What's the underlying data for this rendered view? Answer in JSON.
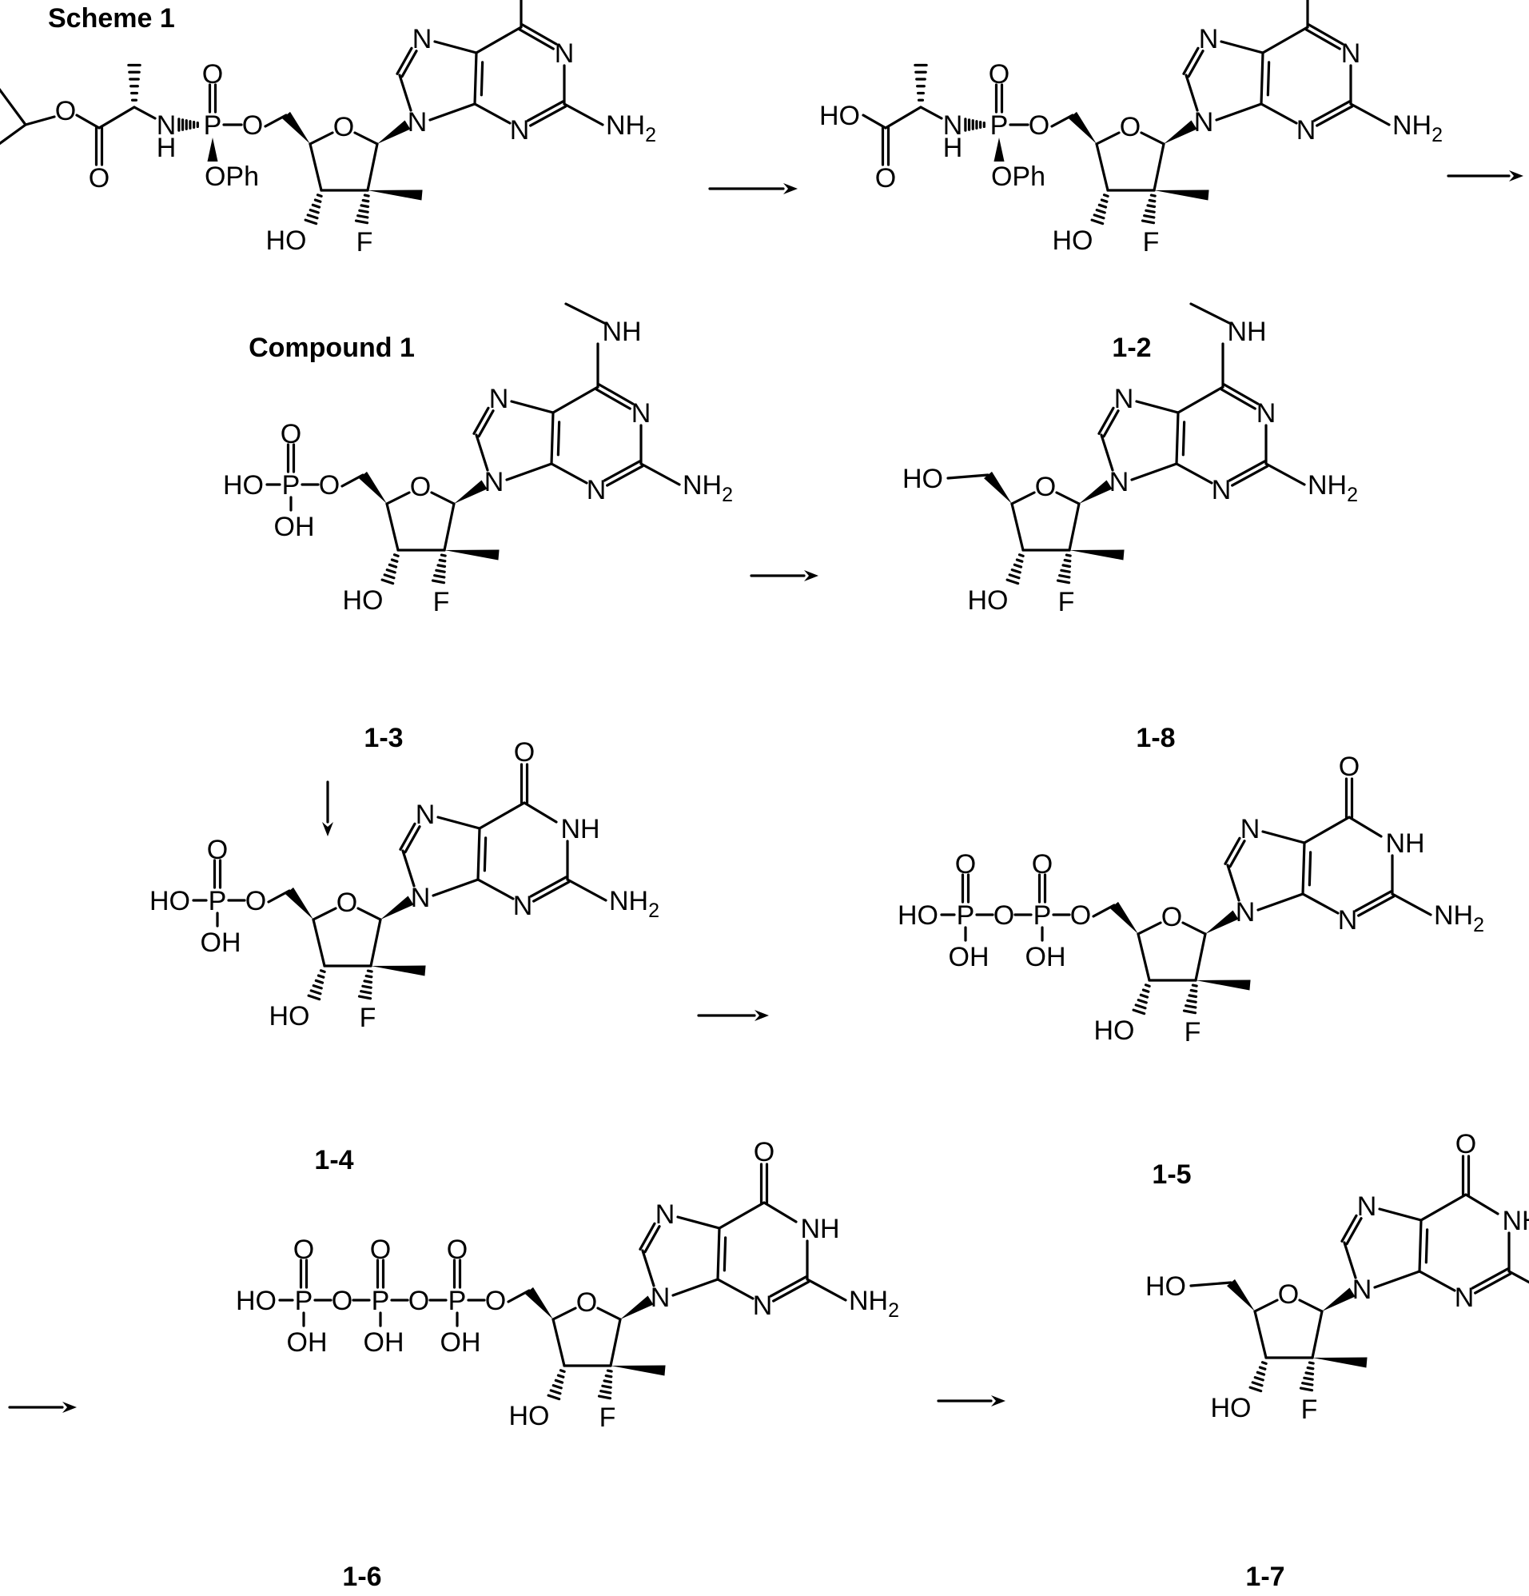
{
  "scheme_title": "Scheme 1",
  "compounds": [
    {
      "id": "c1",
      "label": "Compound 1",
      "base": "amine",
      "phosphate": "prodrug"
    },
    {
      "id": "c12",
      "label": "1-2",
      "base": "amine",
      "phosphate": "acid"
    },
    {
      "id": "c13",
      "label": "1-3",
      "base": "amine",
      "phosphate": "mono"
    },
    {
      "id": "c18",
      "label": "1-8",
      "base": "amine",
      "phosphate": "none"
    },
    {
      "id": "c14",
      "label": "1-4",
      "base": "oxo",
      "phosphate": "mono"
    },
    {
      "id": "c15",
      "label": "1-5",
      "base": "oxo",
      "phosphate": "di"
    },
    {
      "id": "c16",
      "label": "1-6",
      "base": "oxo",
      "phosphate": "tri"
    },
    {
      "id": "c17",
      "label": "1-7",
      "base": "oxo",
      "phosphate": "none"
    }
  ],
  "atoms": {
    "oxygen": "O",
    "nitrogen": "N",
    "fluorine": "F",
    "hydroxyl": "HO",
    "hydroxyl_right": "OH",
    "phosphorus": "P",
    "amino": "NH",
    "amino2": "NH",
    "amino2_sub": "2",
    "amide_h": "H",
    "phenoxy": "OPh"
  },
  "arrows": [
    {
      "from": "Compound 1",
      "to": "1-2"
    },
    {
      "from": "1-2",
      "to": "next row"
    },
    {
      "from": "1-3",
      "to": "1-8"
    },
    {
      "from": "1-3",
      "to": "1-4"
    },
    {
      "from": "1-4",
      "to": "1-5"
    },
    {
      "from": "1-5",
      "to": "1-6"
    },
    {
      "from": "1-6",
      "to": "1-7"
    }
  ]
}
